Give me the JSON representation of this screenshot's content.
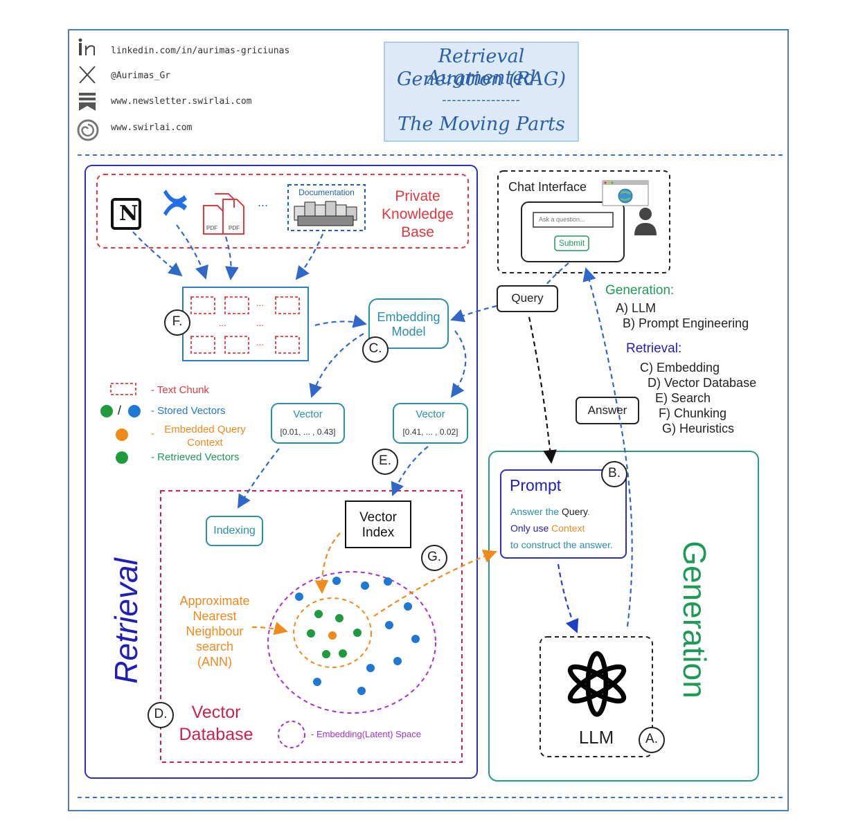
{
  "header": {
    "contacts": [
      {
        "icon": "linkedin-icon",
        "text": "linkedin.com/in/aurimas-griciunas"
      },
      {
        "icon": "x-icon",
        "text": "@Aurimas_Gr"
      },
      {
        "icon": "newsletter-icon",
        "text": "www.newsletter.swirlai.com"
      },
      {
        "icon": "swirl-icon",
        "text": "www.swirlai.com"
      }
    ],
    "title_line1": "Retrieval Augmented",
    "title_line2": "Generation (RAG)",
    "title_divider": "----------------",
    "title_line3": "The Moving Parts"
  },
  "knowledge_base": {
    "label_line1": "Private",
    "label_line2": "Knowledge",
    "label_line3": "Base",
    "documentation": "Documentation",
    "pdf": "PDF",
    "ellipsis": "...",
    "notion_letter": "N"
  },
  "chunks": {
    "marker": "F.",
    "ellipsis": "..."
  },
  "embedding_model": {
    "line1": "Embedding",
    "line2": "Model",
    "marker": "C."
  },
  "vectors": [
    {
      "label": "Vector",
      "values": "[0.01, ... , 0.43]"
    },
    {
      "label": "Vector",
      "values": "[0.41, ... , 0.02]"
    }
  ],
  "markers": {
    "e": "E.",
    "g": "G.",
    "d": "D.",
    "b": "B.",
    "a": "A."
  },
  "legend": {
    "text_chunk": "- Text Chunk",
    "slash": "/",
    "stored_vectors": "- Stored Vectors",
    "dash": "-",
    "query_line1": "Embedded Query",
    "query_line2": "Context",
    "retrieved_vectors": "- Retrieved Vectors"
  },
  "vector_db": {
    "indexing": "Indexing",
    "index_line1": "Vector",
    "index_line2": "Index",
    "ann": [
      "Approximate",
      "Nearest",
      "Neighbour",
      "search",
      "(ANN)"
    ],
    "db_line1": "Vector",
    "db_line2": "Database",
    "latent_space": "- Embedding(Latent) Space"
  },
  "side_labels": {
    "retrieval": "Retrieval",
    "generation": "Generation"
  },
  "chat": {
    "title": "Chat Interface",
    "placeholder": "Ask a question...",
    "submit": "Submit"
  },
  "flow": {
    "query": "Query",
    "answer": "Answer"
  },
  "prompt": {
    "title": "Prompt",
    "l1a": "Answer the ",
    "l1b": "Query",
    "l1c": ".",
    "l2a": "Only use ",
    "l2b": "Context",
    "l3": "to construct the answer."
  },
  "llm": {
    "label": "LLM"
  },
  "outline": {
    "generation_title": "Generation:",
    "generation_items": [
      "A) LLM",
      "B) Prompt Engineering"
    ],
    "retrieval_title": "Retrieval:",
    "retrieval_items": [
      "C) Embedding",
      "D) Vector Database",
      "E) Search",
      "F) Chunking",
      "G) Heuristics"
    ]
  },
  "colors": {
    "blue_dark": "#1f1fb8",
    "teal": "#2a8fa8",
    "red": "#e0393e",
    "crimson": "#c8234f",
    "green": "#1e9a57",
    "orange": "#f08a1c",
    "purple": "#a62fd0",
    "stored_vector": "#1f78d1",
    "retrieved_vector": "#1f9a3f"
  }
}
